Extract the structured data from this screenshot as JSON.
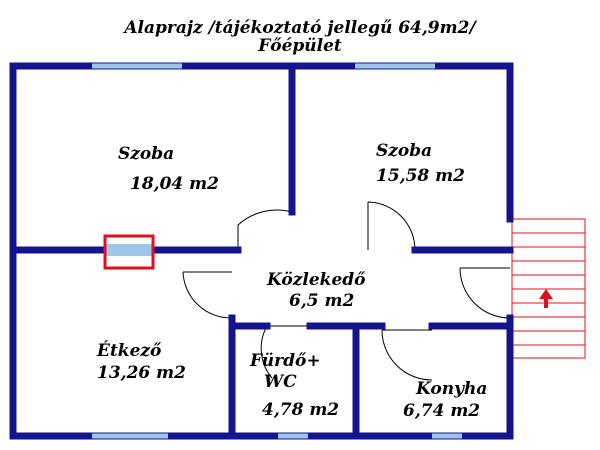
{
  "title": {
    "line1": "Alaprajz /tájékoztató jellegű 64,9m2/",
    "line2": "Főépület"
  },
  "rooms": {
    "szoba1": {
      "name": "Szoba",
      "area": "18,04 m2"
    },
    "szoba2": {
      "name": "Szoba",
      "area": "15,58 m2"
    },
    "kozlekedo": {
      "name": "Közlekedő",
      "area": "6,5 m2"
    },
    "etkezo": {
      "name": "Étkező",
      "area": "13,26 m2"
    },
    "furdo": {
      "name_line1": "Fürdő+",
      "name_line2": "WC",
      "area": "4,78 m2"
    },
    "konyha": {
      "name": "Konyha",
      "area": "6,74 m2"
    }
  },
  "colors": {
    "wall": "#14148c",
    "window": "#9ec4e8",
    "chimney": "#e0101c",
    "stairs": "#e0101c",
    "arrow": "#e0101c"
  },
  "icons": {
    "entrance": "entrance-arrow-icon"
  }
}
